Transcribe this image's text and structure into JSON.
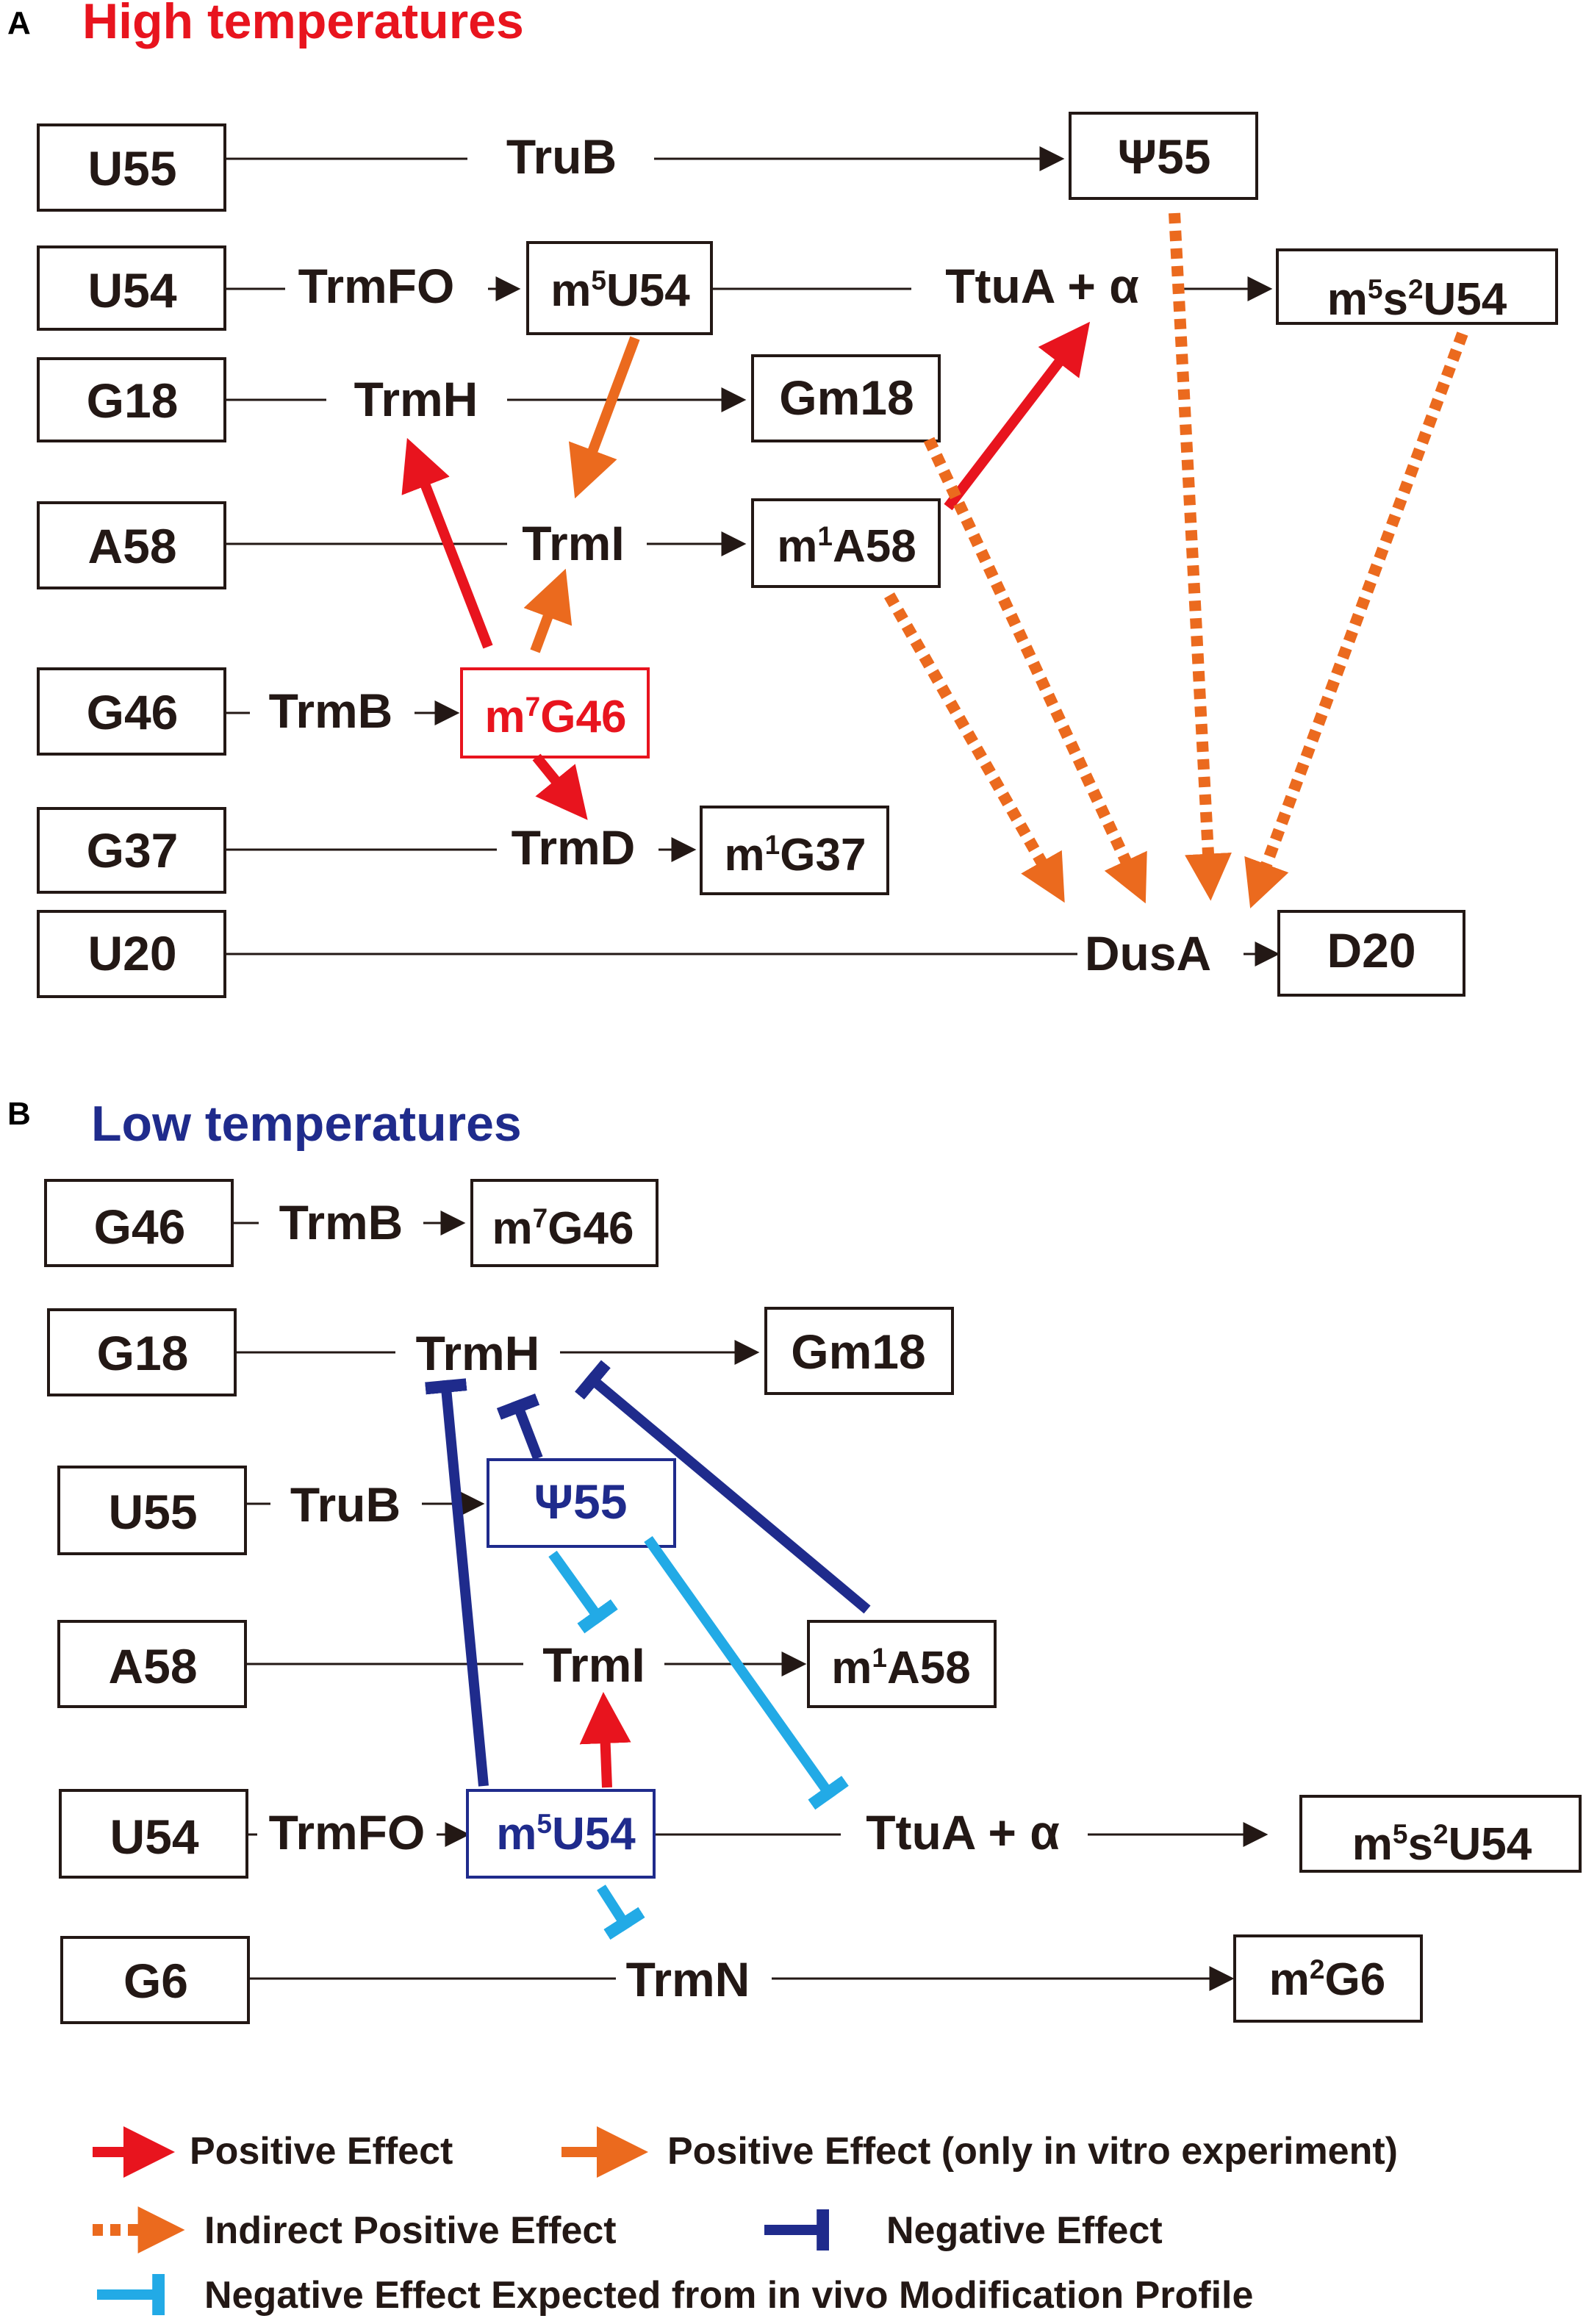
{
  "panel_a": {
    "letter": "A",
    "title": "High temperatures",
    "title_color": "#e8141e",
    "rows": {
      "u55": {
        "substrate": "U55",
        "enzyme": "TruB",
        "product": "Ψ55"
      },
      "u54": {
        "substrate": "U54",
        "enzyme1": "TrmFO",
        "intermediate": "m5U54",
        "enzyme2": "TtuA + α",
        "product": "m5s2U54"
      },
      "g18": {
        "substrate": "G18",
        "enzyme": "TrmH",
        "product": "Gm18"
      },
      "a58": {
        "substrate": "A58",
        "enzyme": "TrmI",
        "product": "m1A58"
      },
      "g46": {
        "substrate": "G46",
        "enzyme": "TrmB",
        "product": "m7G46"
      },
      "g37": {
        "substrate": "G37",
        "enzyme": "TrmD",
        "product": "m1G37"
      },
      "u20": {
        "substrate": "U20",
        "enzyme": "DusA",
        "product": "D20"
      }
    }
  },
  "panel_b": {
    "letter": "B",
    "title": "Low temperatures",
    "title_color": "#1f2b8c",
    "rows": {
      "g46": {
        "substrate": "G46",
        "enzyme": "TrmB",
        "product": "m7G46"
      },
      "g18": {
        "substrate": "G18",
        "enzyme": "TrmH",
        "product": "Gm18"
      },
      "u55": {
        "substrate": "U55",
        "enzyme": "TruB",
        "product": "Ψ55"
      },
      "a58": {
        "substrate": "A58",
        "enzyme": "TrmI",
        "product": "m1A58"
      },
      "u54": {
        "substrate": "U54",
        "enzyme1": "TrmFO",
        "intermediate": "m5U54",
        "enzyme2": "TtuA + α",
        "product": "m5s2U54"
      },
      "g6": {
        "substrate": "G6",
        "enzyme": "TrmN",
        "product": "m2G6"
      }
    }
  },
  "legend": {
    "positive": "Positive Effect",
    "positive_in_vitro": "Positive Effect (only in vitro experiment)",
    "indirect_positive": "Indirect Positive Effect",
    "negative": "Negative Effect",
    "negative_expected": "Negative Effect Expected from in vivo Modification Profile"
  },
  "colors": {
    "positive": "#e8141e",
    "in_vitro": "#eb6a1e",
    "negative": "#1f2b8c",
    "negative_expected": "#22aae6",
    "line": "#231815"
  }
}
